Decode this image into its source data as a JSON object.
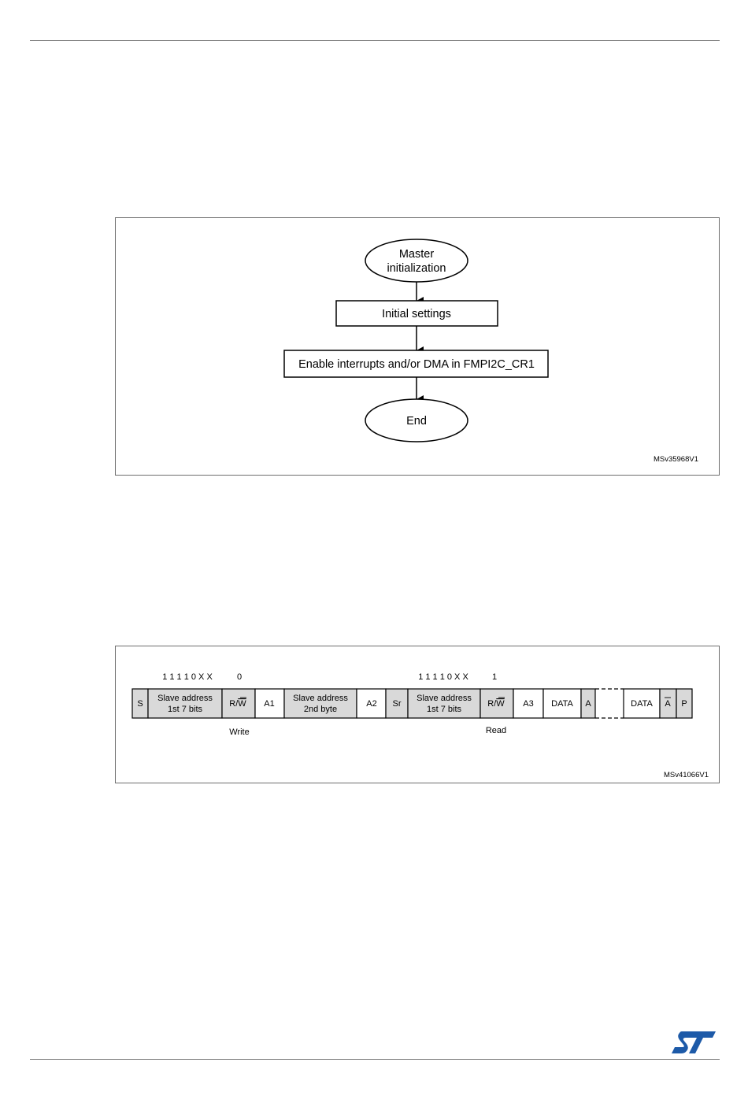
{
  "flowchart": {
    "start_label_line1": "Master",
    "start_label_line2": "initialization",
    "step1_label": "Initial settings",
    "step2_label": "Enable interrupts and/or DMA in FMPI2C_CR1",
    "end_label": "End",
    "ref_code": "MSv35968V1"
  },
  "sequence": {
    "write_bits": "1 1 1 1 0 X X",
    "write_rw_bit": "0",
    "read_bits": "1 1 1 1 0 X X",
    "read_rw_bit": "1",
    "write_caption": "Write",
    "read_caption": "Read",
    "ref_code": "MSv41066V1",
    "fields": {
      "s": "S",
      "addr1_line1": "Slave address",
      "addr1_line2": "1st 7 bits",
      "rw1_prefix": "R/",
      "rw1_bar": "W",
      "a1": "A1",
      "addr2_line1": "Slave address",
      "addr2_line2": "2nd byte",
      "a2": "A2",
      "sr": "Sr",
      "addr3_line1": "Slave address",
      "addr3_line2": "1st 7 bits",
      "rw2_prefix": "R/",
      "rw2_bar": "W",
      "a3": "A3",
      "data1": "DATA",
      "ack1": "A",
      "data2": "DATA",
      "nack": "A",
      "p": "P"
    }
  },
  "colors": {
    "master_cell": "#d9d9d9",
    "slave_cell": "#ffffff",
    "stroke": "#000000",
    "frame_border": "#6d6d6d",
    "logo_blue": "#1d5aa8"
  },
  "logo": {
    "icon": "st-logo"
  }
}
